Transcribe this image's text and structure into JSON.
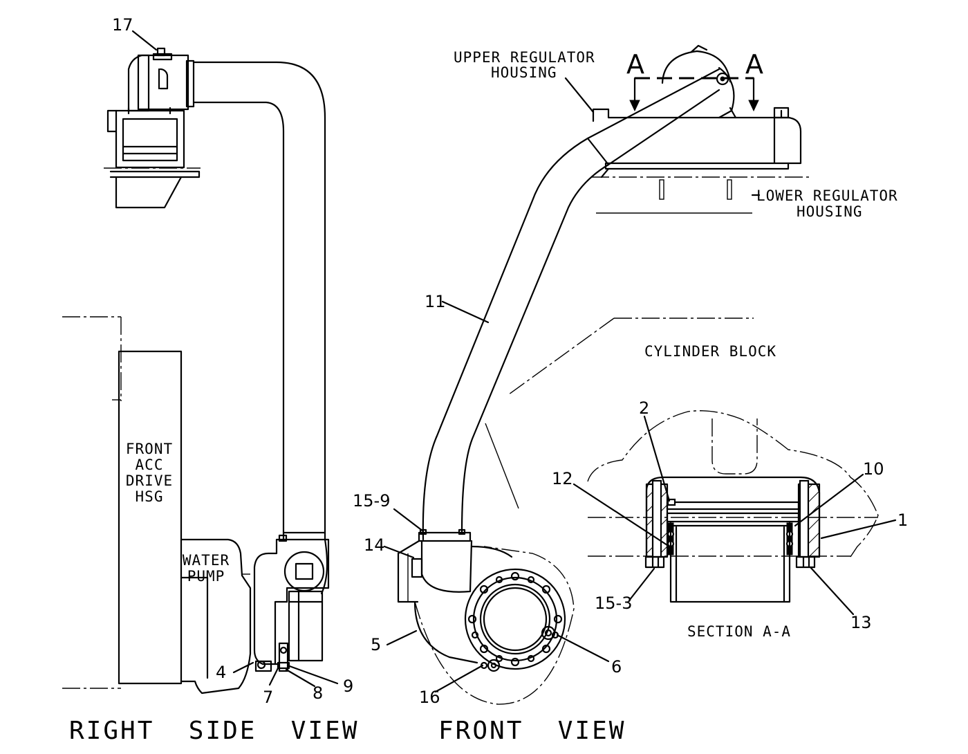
{
  "views": {
    "right_side": "RIGHT  SIDE  VIEW",
    "front": "FRONT  VIEW"
  },
  "notes": {
    "upper_regulator_1": "UPPER REGULATOR",
    "upper_regulator_2": "HOUSING",
    "lower_regulator_1": "LOWER REGULATOR",
    "lower_regulator_2": "HOUSING",
    "cylinder_block": "CYLINDER BLOCK",
    "front_acc_1": "FRONT",
    "front_acc_2": "ACC",
    "front_acc_3": "DRIVE",
    "front_acc_4": "HSG",
    "water_pump_1": "WATER",
    "water_pump_2": "PUMP",
    "section": "SECTION A-A"
  },
  "section_marks": {
    "left": "A",
    "right": "A"
  },
  "callouts": {
    "c17": "17",
    "c11": "11",
    "c15_9": "15-9",
    "c14": "14",
    "c5": "5",
    "c16": "16",
    "c6": "6",
    "c4": "4",
    "c7": "7",
    "c8": "8",
    "c9": "9",
    "c2": "2",
    "c12": "12",
    "c10": "10",
    "c1": "1",
    "c15_3": "15-3",
    "c13": "13"
  }
}
